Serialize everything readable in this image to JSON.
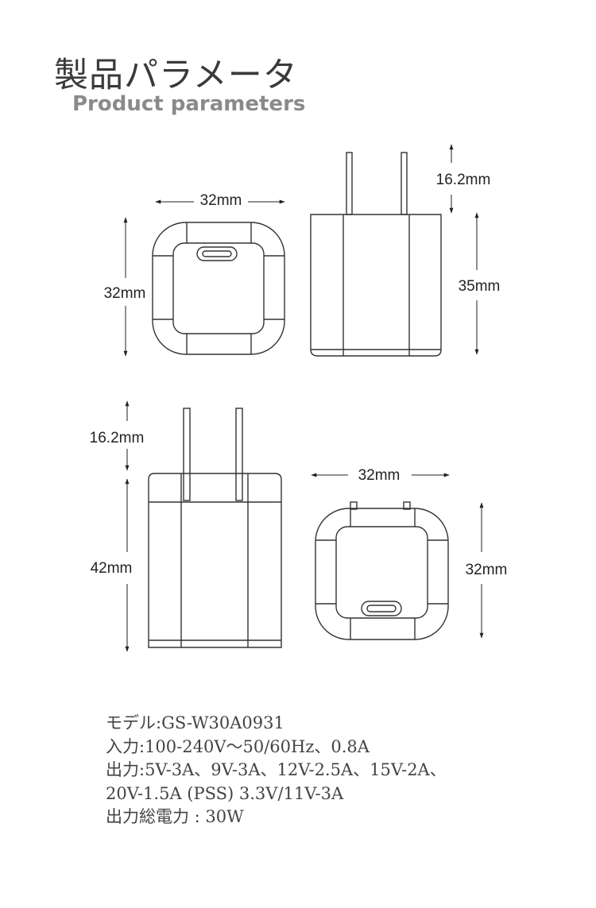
{
  "header": {
    "title_ja": "製品パラメータ",
    "title_en": "Product parameters"
  },
  "views": {
    "front": {
      "width_label": "32mm",
      "height_label": "32mm"
    },
    "side_top": {
      "prong_label": "16.2mm",
      "body_label": "35mm"
    },
    "side_bottom": {
      "prong_label": "16.2mm",
      "body_label": "42mm"
    },
    "back": {
      "width_label": "32mm",
      "height_label": "32mm"
    }
  },
  "specs": [
    "モデル:GS-W30A0931",
    "入力:100-240V～50/60Hz、0.8A",
    "出力:5V-3A、9V-3A、12V-2.5A、15V-2A、",
    "20V-1.5A (PSS) 3.3V/11V-3A",
    "出力総電力 : 30W"
  ],
  "colors": {
    "line": "#333333",
    "text": "#444444",
    "subtitle": "#8a8a8a"
  }
}
